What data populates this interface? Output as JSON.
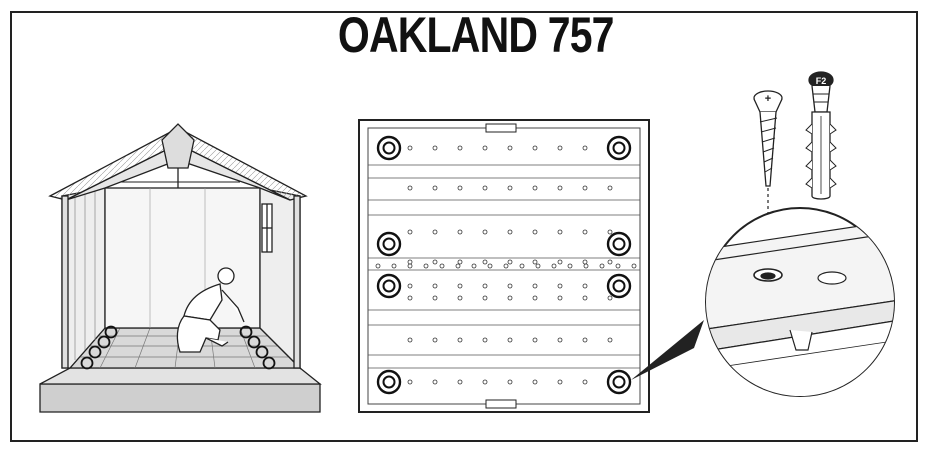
{
  "title": "OAKLAND 757",
  "screw_head_mark": "+",
  "anchor_head_mark": "F2",
  "colors": {
    "ink": "#222222",
    "floor_shade": "#d9d9d9",
    "base_shade": "#cfcfcf"
  },
  "icons": [
    "shed-interior-illustration",
    "person-kneeling-icon",
    "floor-plan-top-view",
    "screw-icon",
    "wall-anchor-icon",
    "magnifier-callout"
  ]
}
